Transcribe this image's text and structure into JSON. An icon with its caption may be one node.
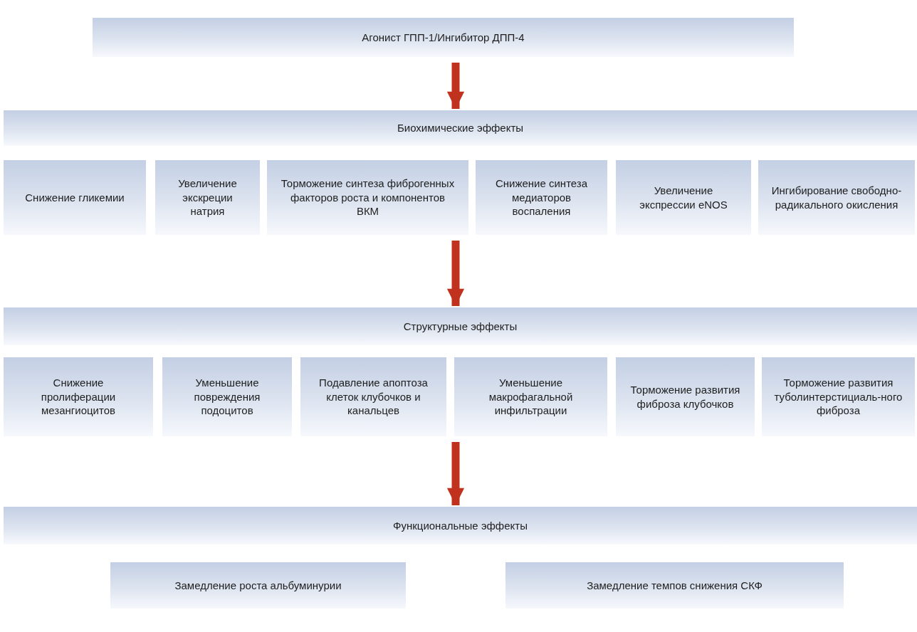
{
  "diagram": {
    "nodes": [
      {
        "text": [
          "Агонист ГПП-1/Ингибитор ДПП-4"
        ]
      },
      {
        "text": [
          "Биохимические эффекты"
        ]
      },
      {
        "text": [
          "Снижение гликемии"
        ]
      },
      {
        "text": [
          "Увеличение экскреции натрия"
        ]
      },
      {
        "text": [
          "Торможение синтеза фиброгенных факторов роста и компонентов ВКМ"
        ]
      },
      {
        "text": [
          "Снижение синтеза медиаторов воспаления"
        ]
      },
      {
        "text": [
          "Увеличение экспрессии eNOS"
        ]
      },
      {
        "text": [
          "Ингибирование свободно-радикального окисления"
        ]
      },
      {
        "text": [
          "Структурные эффекты"
        ]
      },
      {
        "text": [
          "Снижение пролиферации мезангиоцитов"
        ]
      },
      {
        "text": [
          "Уменьшение повреждения подоцитов"
        ]
      },
      {
        "text": [
          "Подавление апоптоза клеток клубочков и канальцев"
        ]
      },
      {
        "text": [
          "Уменьшение макрофагальной инфильтрации"
        ]
      },
      {
        "text": [
          "Торможение развития фиброза клубочков"
        ]
      },
      {
        "text": [
          "Торможение развития туболинтерстициаль-ного фиброза"
        ]
      },
      {
        "text": [
          "Функциональные эффекты"
        ]
      },
      {
        "text": [
          "Замедление роста альбуминурии"
        ]
      },
      {
        "text": [
          "Замедление темпов снижения СКФ"
        ]
      }
    ],
    "edges": [
      {
        "from": 0,
        "to": 1,
        "arrow": "to"
      },
      {
        "from": 4,
        "to": 8,
        "arrow": "to"
      },
      {
        "from": 12,
        "to": 15,
        "arrow": "to"
      }
    ]
  }
}
